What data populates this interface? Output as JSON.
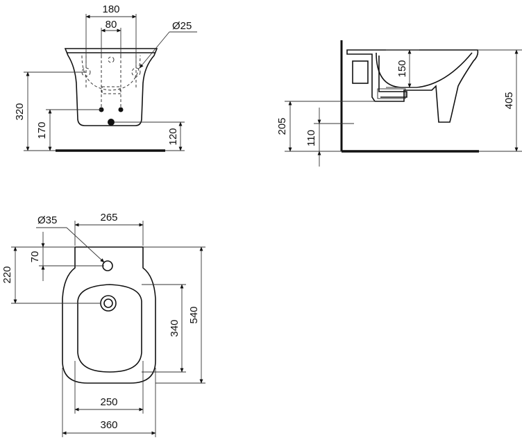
{
  "front_view": {
    "dim_180": "180",
    "dim_80": "80",
    "dim_d25": "Ø25",
    "dim_320": "320",
    "dim_170": "170",
    "dim_120": "120"
  },
  "side_view": {
    "dim_150": "150",
    "dim_405": "405",
    "dim_205": "205",
    "dim_110": "110"
  },
  "top_view": {
    "dim_d35": "Ø35",
    "dim_265": "265",
    "dim_70": "70",
    "dim_220": "220",
    "dim_340": "340",
    "dim_540": "540",
    "dim_250": "250",
    "dim_360": "360"
  }
}
